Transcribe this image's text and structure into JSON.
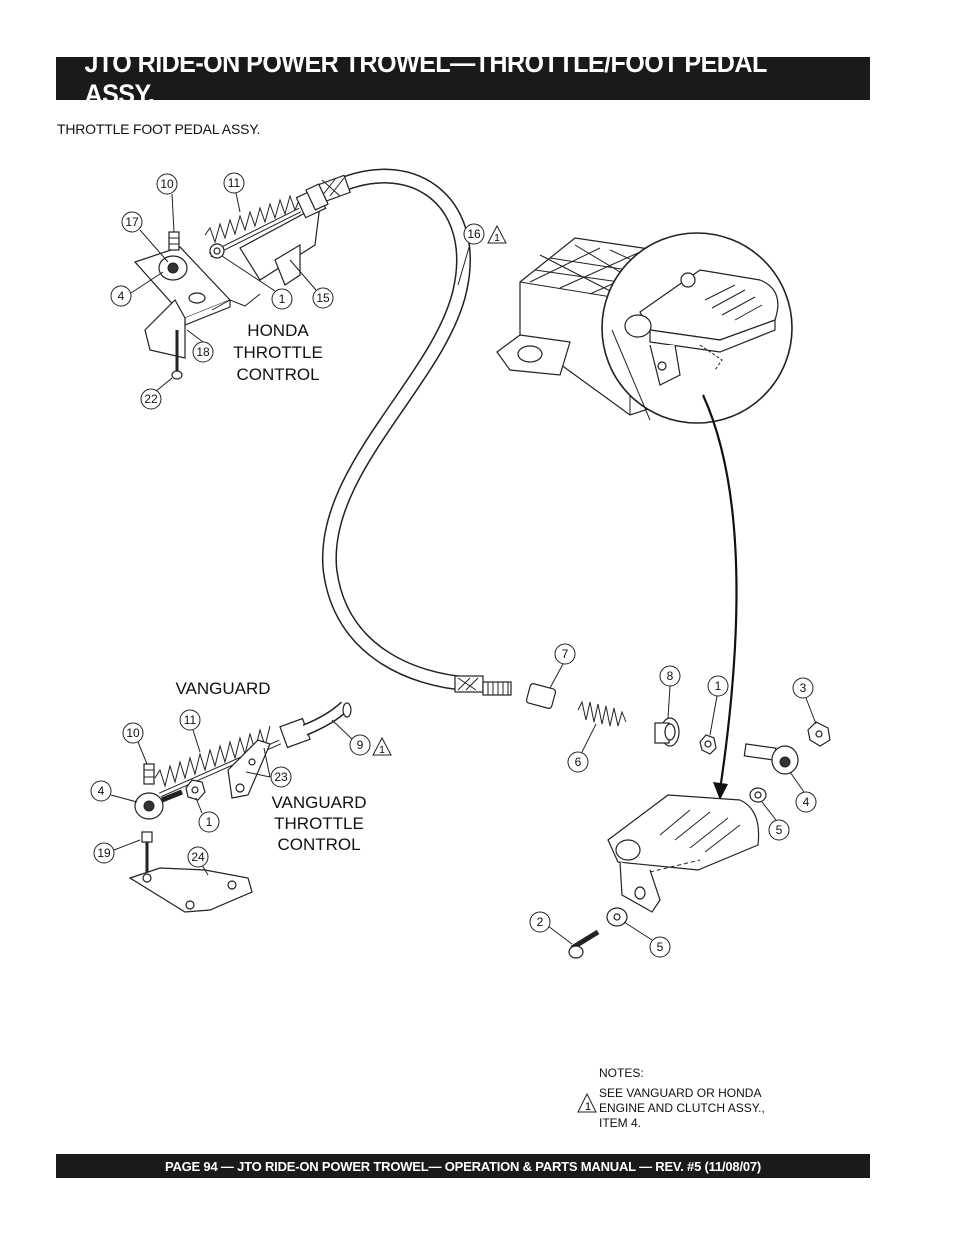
{
  "header": {
    "title": "JTO RIDE-ON POWER TROWEL—THROTTLE/FOOT PEDAL ASSY."
  },
  "subtitle": "THROTTLE FOOT PEDAL ASSY.",
  "labels": {
    "honda": [
      "HONDA",
      "THROTTLE",
      "CONTROL"
    ],
    "vanguard_top": "VANGUARD",
    "vanguard": [
      "VANGUARD",
      "THROTTLE",
      "CONTROL"
    ]
  },
  "callouts": {
    "h10": "10",
    "h11": "11",
    "h17": "17",
    "h4": "4",
    "h1": "1",
    "h15": "15",
    "h18": "18",
    "h22": "22",
    "c16": "16",
    "p7": "7",
    "p8": "8",
    "p1": "1",
    "p3": "3",
    "p6": "6",
    "p4": "4",
    "p5a": "5",
    "p2": "2",
    "p5b": "5",
    "v11": "11",
    "v10": "10",
    "v4": "4",
    "v9": "9",
    "v23": "23",
    "v1": "1",
    "v19": "19",
    "v24": "24"
  },
  "note_flag": "1",
  "notes": {
    "heading": "NOTES:",
    "lines": [
      "SEE VANGUARD OR HONDA",
      "ENGINE AND CLUTCH ASSY.,",
      "ITEM 4."
    ]
  },
  "footer": "PAGE 94 — JTO RIDE-ON POWER TROWEL—  OPERATION & PARTS MANUAL — REV. #5 (11/08/07)"
}
